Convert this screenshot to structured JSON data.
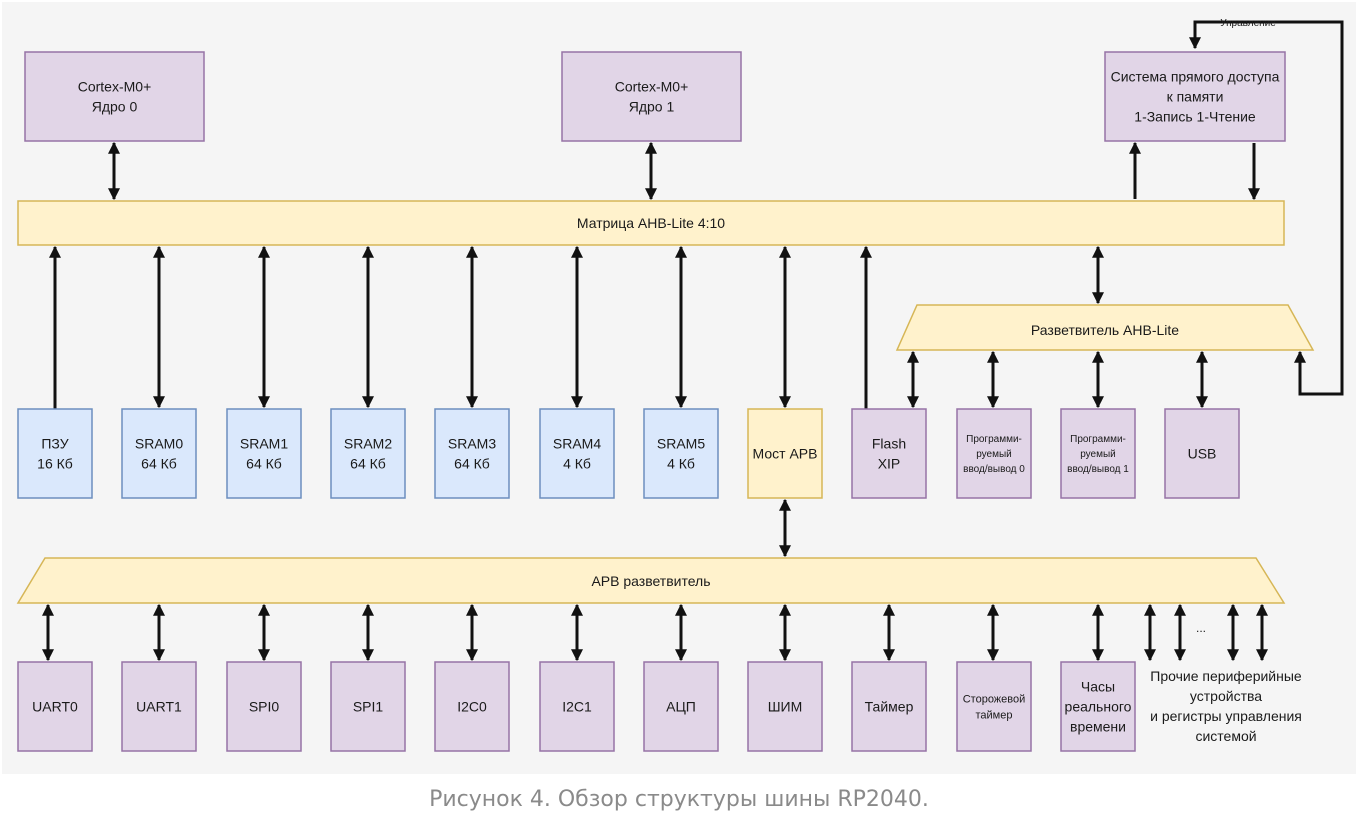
{
  "colors": {
    "canvas": "#f5f5f5",
    "purple_fill": "#e1d5e7",
    "purple_stroke": "#9673a6",
    "blue_fill": "#dae8fc",
    "blue_stroke": "#6c8ebf",
    "yellow_fill": "#fff2cc",
    "yellow_stroke": "#d6b656",
    "arrow": "#111111"
  },
  "cores": [
    {
      "lines": [
        "Cortex-M0+",
        "Ядро 0"
      ]
    },
    {
      "lines": [
        "Cortex-M0+",
        "Ядро 1"
      ]
    }
  ],
  "dma": {
    "lines": [
      "Система прямого доступа",
      "к памяти",
      "1-Запись 1-Чтение"
    ]
  },
  "control_label": "Управление",
  "ahb_matrix": {
    "label": "Матрица AHB-Lite 4:10"
  },
  "ahb_splitter": {
    "label": "Разветвитель AHB-Lite"
  },
  "memory_blocks": [
    {
      "lines": [
        "ПЗУ",
        "16 Кб"
      ]
    },
    {
      "lines": [
        "SRAM0",
        "64 Кб"
      ]
    },
    {
      "lines": [
        "SRAM1",
        "64 Кб"
      ]
    },
    {
      "lines": [
        "SRAM2",
        "64 Кб"
      ]
    },
    {
      "lines": [
        "SRAM3",
        "64 Кб"
      ]
    },
    {
      "lines": [
        "SRAM4",
        "4 Кб"
      ]
    },
    {
      "lines": [
        "SRAM5",
        "4 Кб"
      ]
    }
  ],
  "apb_bridge": {
    "lines": [
      "Мост APB"
    ]
  },
  "ahb_peripherals": [
    {
      "lines": [
        "Flash",
        "XIP"
      ]
    },
    {
      "lines": [
        "Программи-",
        "руемый",
        "ввод/вывод 0"
      ]
    },
    {
      "lines": [
        "Программи-",
        "руемый",
        "ввод/вывод 1"
      ]
    },
    {
      "lines": [
        "USB"
      ]
    }
  ],
  "apb_splitter": {
    "label": "APB разветвитель"
  },
  "apb_peripherals": [
    {
      "lines": [
        "UART0"
      ]
    },
    {
      "lines": [
        "UART1"
      ]
    },
    {
      "lines": [
        "SPI0"
      ]
    },
    {
      "lines": [
        "SPI1"
      ]
    },
    {
      "lines": [
        "I2C0"
      ]
    },
    {
      "lines": [
        "I2C1"
      ]
    },
    {
      "lines": [
        "АЦП"
      ]
    },
    {
      "lines": [
        "ШИМ"
      ]
    },
    {
      "lines": [
        "Таймер"
      ]
    },
    {
      "lines": [
        "Сторожевой",
        "таймер"
      ]
    },
    {
      "lines": [
        "Часы",
        "реального",
        "времени"
      ]
    }
  ],
  "other_peripherals": {
    "ellipsis": "...",
    "lines": [
      "Прочие периферийные",
      "устройства",
      "и регистры управления",
      "системой"
    ]
  },
  "caption": "Рисунок 4. Обзор структуры шины RP2040."
}
